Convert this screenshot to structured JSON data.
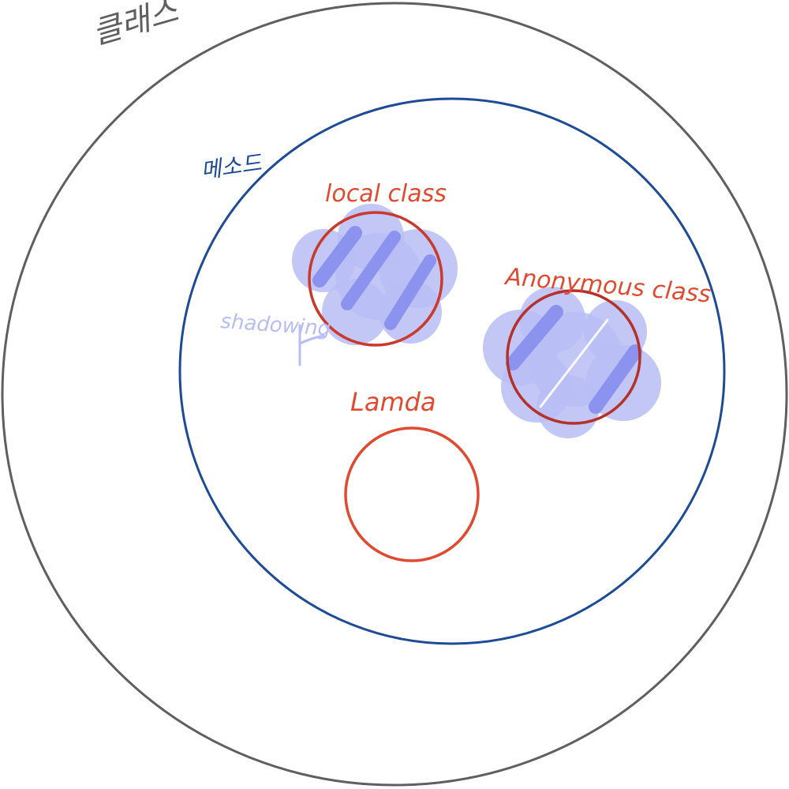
{
  "diagram": {
    "outer_scope": {
      "label": "클래스",
      "color": "#5f5f5f"
    },
    "method_scope": {
      "label": "메소드",
      "color": "#1e4b96"
    },
    "regions": [
      {
        "id": "local-class",
        "label": "local class",
        "color": "#e04a30",
        "shadowed": true
      },
      {
        "id": "anonymous-class",
        "label": "Anonymous class",
        "color": "#e04a30",
        "shadowed": true
      },
      {
        "id": "lambda",
        "label": "Lamda",
        "color": "#e04a30",
        "shadowed": false
      }
    ],
    "shadowing": {
      "label": "shadowing",
      "fill_color": "#b8bdf5",
      "stroke_color": "#8b93ee"
    }
  }
}
